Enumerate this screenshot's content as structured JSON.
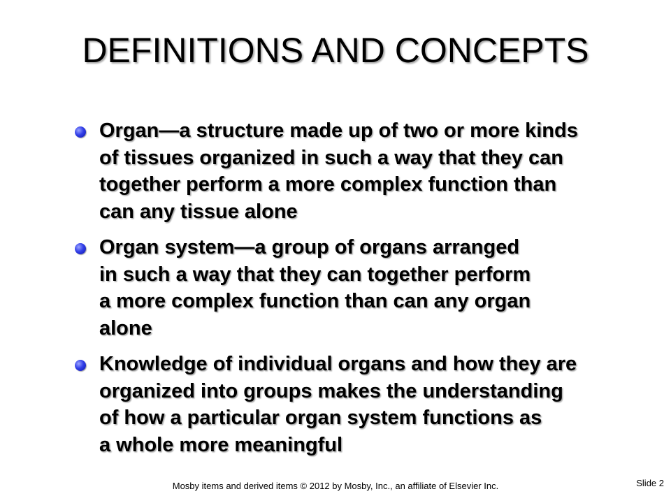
{
  "slide": {
    "title": "DEFINITIONS AND CONCEPTS",
    "bullet_color": "#2a35e0",
    "bullets": [
      {
        "lines": [
          "Organ—a structure made up of two or more kinds",
          "of tissues organized in such a way that they can",
          "together perform a more complex function than",
          "can any tissue alone"
        ]
      },
      {
        "lines": [
          "Organ system—a group of organs arranged",
          "in such a way that they can together perform",
          "a more complex function than can any organ",
          "alone"
        ]
      },
      {
        "lines": [
          "Knowledge of individual organs and how they are",
          "organized into groups makes the understanding",
          "of how a particular organ system functions as",
          "a whole more meaningful"
        ]
      }
    ],
    "footer": "Mosby items and derived items © 2012 by Mosby, Inc., an affiliate of Elsevier Inc.",
    "slide_number": "Slide 2"
  }
}
